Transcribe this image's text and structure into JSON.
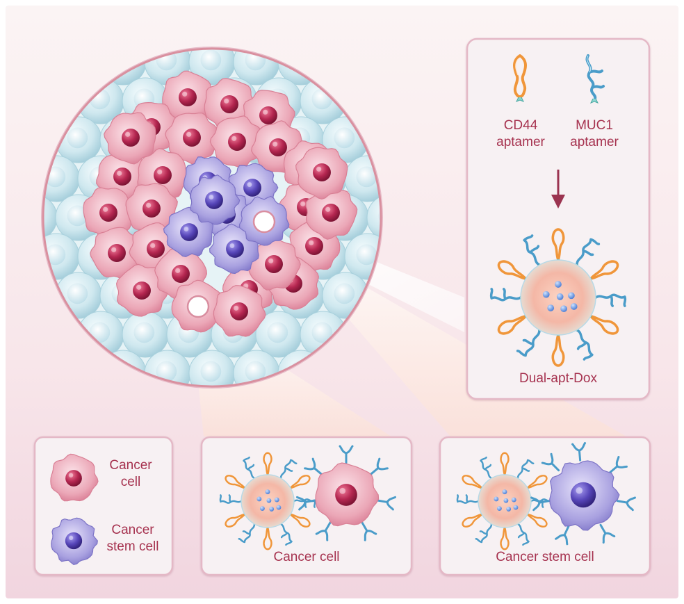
{
  "figure": {
    "top_panel": {
      "aptamer_1_line1": "CD44",
      "aptamer_1_line2": "aptamer",
      "aptamer_2_line1": "MUC1",
      "aptamer_2_line2": "aptamer",
      "product": "Dual-apt-Dox"
    },
    "legend": {
      "item_1_line1": "Cancer",
      "item_1_line2": "cell",
      "item_2_line1": "Cancer",
      "item_2_line2": "stem cell"
    },
    "panel_cancer_cell": {
      "label": "Cancer cell"
    },
    "panel_stem_cell": {
      "label": "Cancer stem cell"
    },
    "colors": {
      "text": "#a6324f",
      "cd44_aptamer": "#f0963a",
      "muc1_aptamer": "#4a9cc9",
      "cancer_cell": "#e69aab",
      "cancer_nucleus": "#b12a4e",
      "stem_cell": "#9a92d6",
      "stem_nucleus": "#5a4bb8",
      "normal_cell": "#c9e7ee",
      "panel_border": "#e4b8c6",
      "arrow": "#9b3450"
    },
    "icons": [
      "cd44-aptamer-icon",
      "muc1-aptamer-icon",
      "down-arrow-icon",
      "nanoparticle-icon",
      "cancer-cell-icon",
      "cancer-stem-cell-icon",
      "receptor-icon"
    ]
  }
}
